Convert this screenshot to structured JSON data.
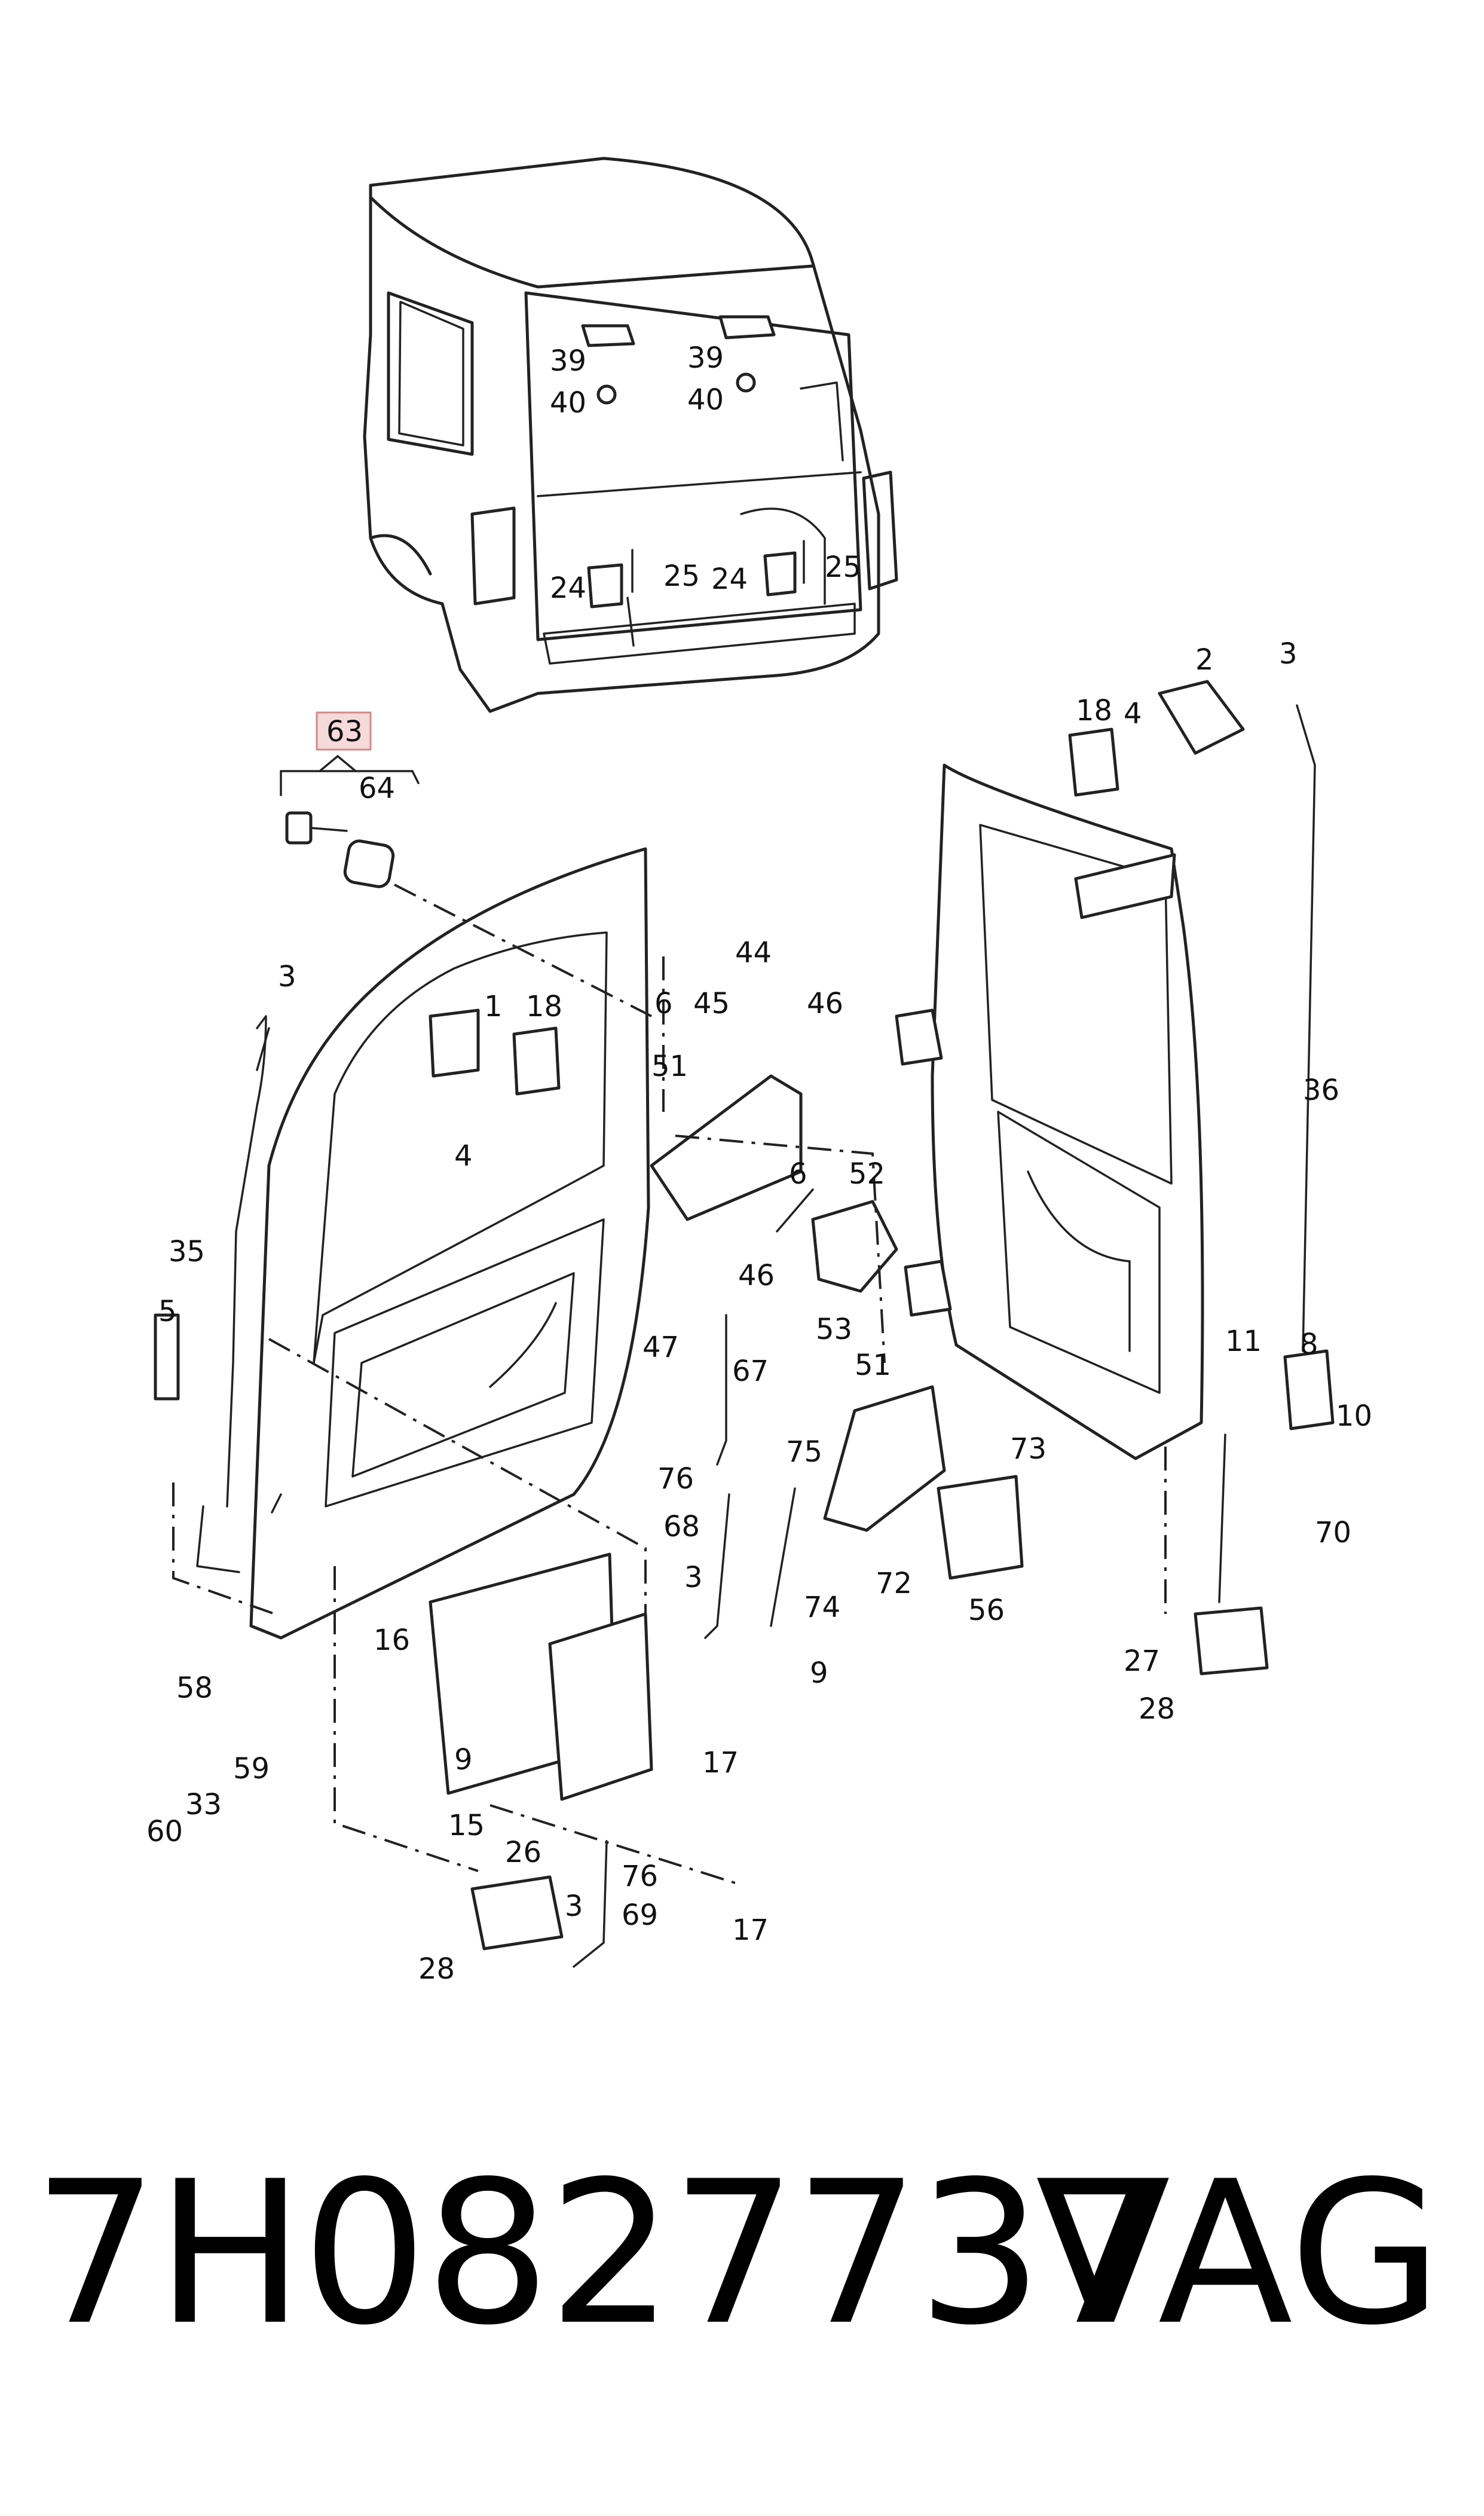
{
  "callouts": {
    "c1": "1",
    "c2": "2",
    "c3": "3",
    "c4": "4",
    "c5": "5",
    "c6": "6",
    "c8": "8",
    "c9": "9",
    "c10": "10",
    "c11": "11",
    "c15": "15",
    "c16": "16",
    "c17": "17",
    "c18": "18",
    "c24": "24",
    "c25": "25",
    "c26": "26",
    "c27": "27",
    "c28": "28",
    "c33": "33",
    "c35": "35",
    "c36": "36",
    "c39": "39",
    "c40": "40",
    "c44": "44",
    "c45": "45",
    "c46": "46",
    "c47": "47",
    "c51": "51",
    "c52": "52",
    "c53": "53",
    "c56": "56",
    "c58": "58",
    "c59": "59",
    "c60": "60",
    "c63": "63",
    "c64": "64",
    "c67": "67",
    "c68": "68",
    "c69": "69",
    "c70": "70",
    "c72": "72",
    "c73": "73",
    "c74": "74",
    "c75": "75",
    "c76": "76"
  },
  "highlighted_callout": "63",
  "footer": {
    "part_number": "7H0827737",
    "brand": "VAG"
  },
  "colors": {
    "highlight_fill": "#f6d9d9",
    "highlight_stroke": "#d08a8a",
    "line": "#222222"
  }
}
